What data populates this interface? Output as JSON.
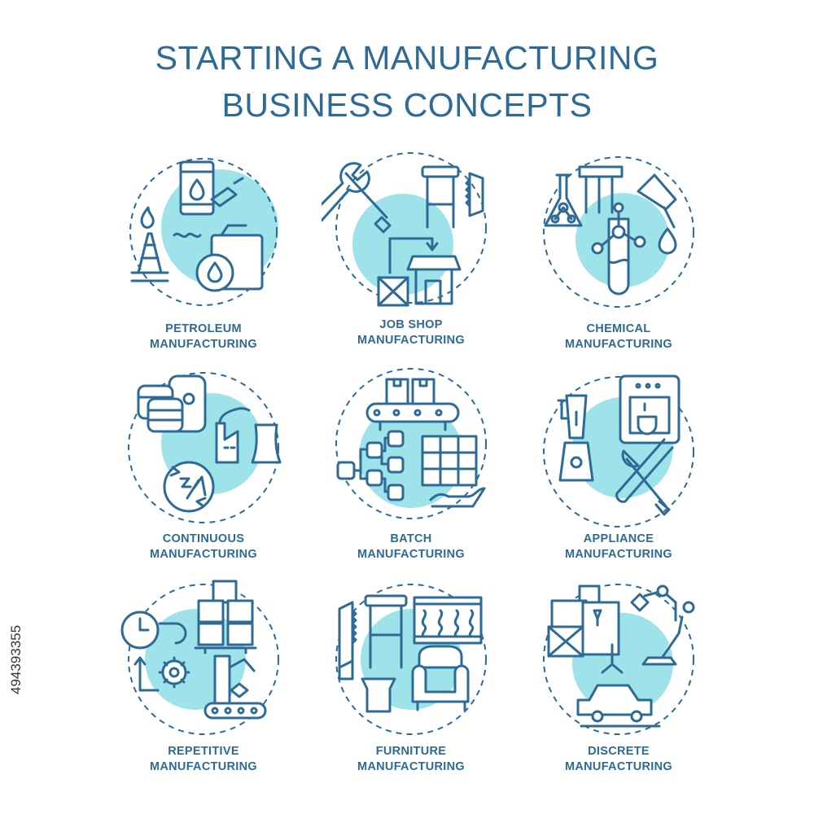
{
  "title": {
    "line1": "STARTING A MANUFACTURING",
    "line2": "BUSINESS CONCEPTS"
  },
  "colors": {
    "accent": "#2e6a96",
    "highlight": "#9fe3ea",
    "background": "#ffffff"
  },
  "concepts": [
    {
      "line1": "PETROLEUM",
      "line2": "MANUFACTURING",
      "icon": "oil-rig-barrel-jerrycan-icon"
    },
    {
      "line1": "JOB SHOP",
      "line2": "MANUFACTURING",
      "icon": "tools-stool-saw-shop-icon"
    },
    {
      "line1": "CHEMICAL",
      "line2": "MANUFACTURING",
      "icon": "flask-test-tubes-dropper-icon"
    },
    {
      "line1": "CONTINUOUS",
      "line2": "MANUFACTURING",
      "icon": "barrels-factory-24-7-icon"
    },
    {
      "line1": "BATCH",
      "line2": "MANUFACTURING",
      "icon": "conveyor-boxes-flowchart-icon"
    },
    {
      "line1": "APPLIANCE",
      "line2": "MANUFACTURING",
      "icon": "blender-coffee-machine-tools-icon"
    },
    {
      "line1": "REPETITIVE",
      "line2": "MANUFACTURING",
      "icon": "clock-gear-robot-arm-icon"
    },
    {
      "line1": "FURNITURE",
      "line2": "MANUFACTURING",
      "icon": "saw-stool-armchair-mattress-icon"
    },
    {
      "line1": "DISCRETE",
      "line2": "MANUFACTURING",
      "icon": "boxes-robot-arm-car-icon"
    }
  ],
  "stock_id": "494393355"
}
